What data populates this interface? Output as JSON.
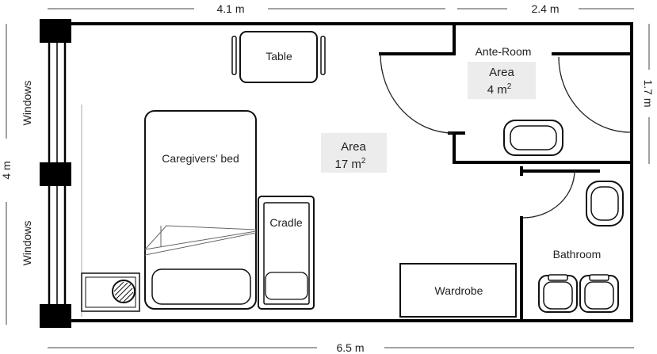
{
  "dimensions": {
    "top_left": "4.1 m",
    "top_right": "2.4 m",
    "bottom": "6.5 m",
    "left": "4 m",
    "right": "1.7 m"
  },
  "windows": [
    "Windows",
    "Windows"
  ],
  "rooms": {
    "main": {
      "area_label": "Area",
      "area_value": "17 m",
      "unit_sup": "2"
    },
    "ante_room": {
      "name": "Ante-Room",
      "area_label": "Area",
      "area_value": "4 m",
      "unit_sup": "2"
    },
    "bathroom": {
      "name": "Bathroom"
    }
  },
  "furniture": {
    "table": "Table",
    "bed": "Caregivers’ bed",
    "cradle": "Cradle",
    "wardrobe": "Wardrobe"
  }
}
